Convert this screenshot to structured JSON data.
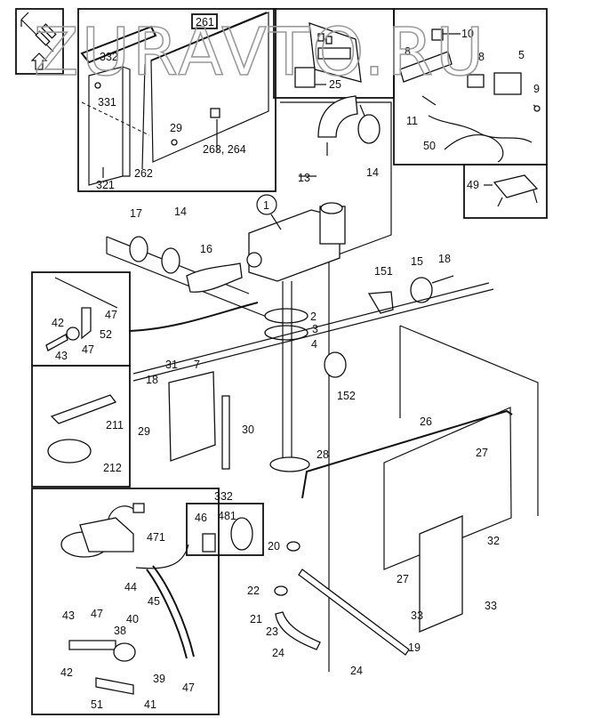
{
  "watermark": "ZURAVTO.RU",
  "insets": {
    "top_left_icon": {
      "icon": "orientation-arrow-icon"
    },
    "panel_box": {
      "tag": "261",
      "labels": [
        "332",
        "331",
        "29",
        "263, 264",
        "262",
        "321"
      ]
    },
    "control_panel_box": {
      "labels": [
        "25"
      ]
    },
    "harness_box": {
      "labels": [
        "10",
        "8",
        "8",
        "5",
        "9",
        "11",
        "50"
      ]
    },
    "switch_box": {
      "labels": [
        "49"
      ]
    },
    "fitting_box": {
      "labels": [
        "47",
        "42",
        "52",
        "47",
        "43"
      ]
    },
    "plates_box": {
      "labels": [
        "211",
        "212"
      ]
    },
    "fuel_pump_box": {
      "labels": [
        "471",
        "44",
        "45",
        "43",
        "47",
        "40",
        "38",
        "42",
        "39",
        "47",
        "51",
        "41"
      ]
    },
    "clamp_box": {
      "labels": [
        "46",
        "481"
      ]
    }
  },
  "main": {
    "heater_callout": "1",
    "labels": {
      "p13": "13",
      "p14a": "14",
      "p14b": "14",
      "p17": "17",
      "p16": "16",
      "p2": "2",
      "p3": "3",
      "p4": "4",
      "p151": "151",
      "p15": "15",
      "p18a": "18",
      "p152": "152",
      "p31": "31",
      "p7": "7",
      "p18b": "18",
      "p29": "29",
      "p30": "30",
      "p332": "332",
      "p26": "26",
      "p27a": "27",
      "p28": "28",
      "p32": "32",
      "p27b": "27",
      "p33a": "33",
      "p33b": "33",
      "p20": "20",
      "p22": "22",
      "p21": "21",
      "p23": "23",
      "p24a": "24",
      "p24b": "24",
      "p19": "19"
    }
  }
}
